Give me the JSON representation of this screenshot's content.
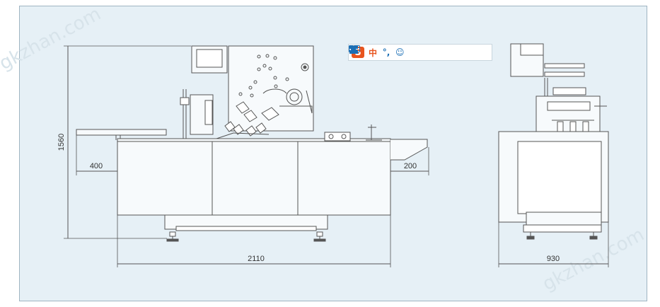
{
  "dimensions": {
    "height_total": "1560",
    "infeed_length": "400",
    "outfeed_length": "200",
    "machine_length": "2110",
    "machine_width": "930"
  },
  "watermark": {
    "text_left": "gkzhan.com",
    "text_right": "gkzhan.com"
  },
  "ime_toolbar": {
    "logo": "S",
    "mode": "中",
    "punct": "°,",
    "icons": [
      "smiley-icon",
      "microphone-icon",
      "keyboard-icon",
      "user-icon",
      "shirt-icon",
      "grid-icon"
    ]
  },
  "colors": {
    "background": "#e6f0f6",
    "line": "#555555",
    "ime_accent": "#e8541e",
    "ime_blue": "#1c6fb5"
  }
}
